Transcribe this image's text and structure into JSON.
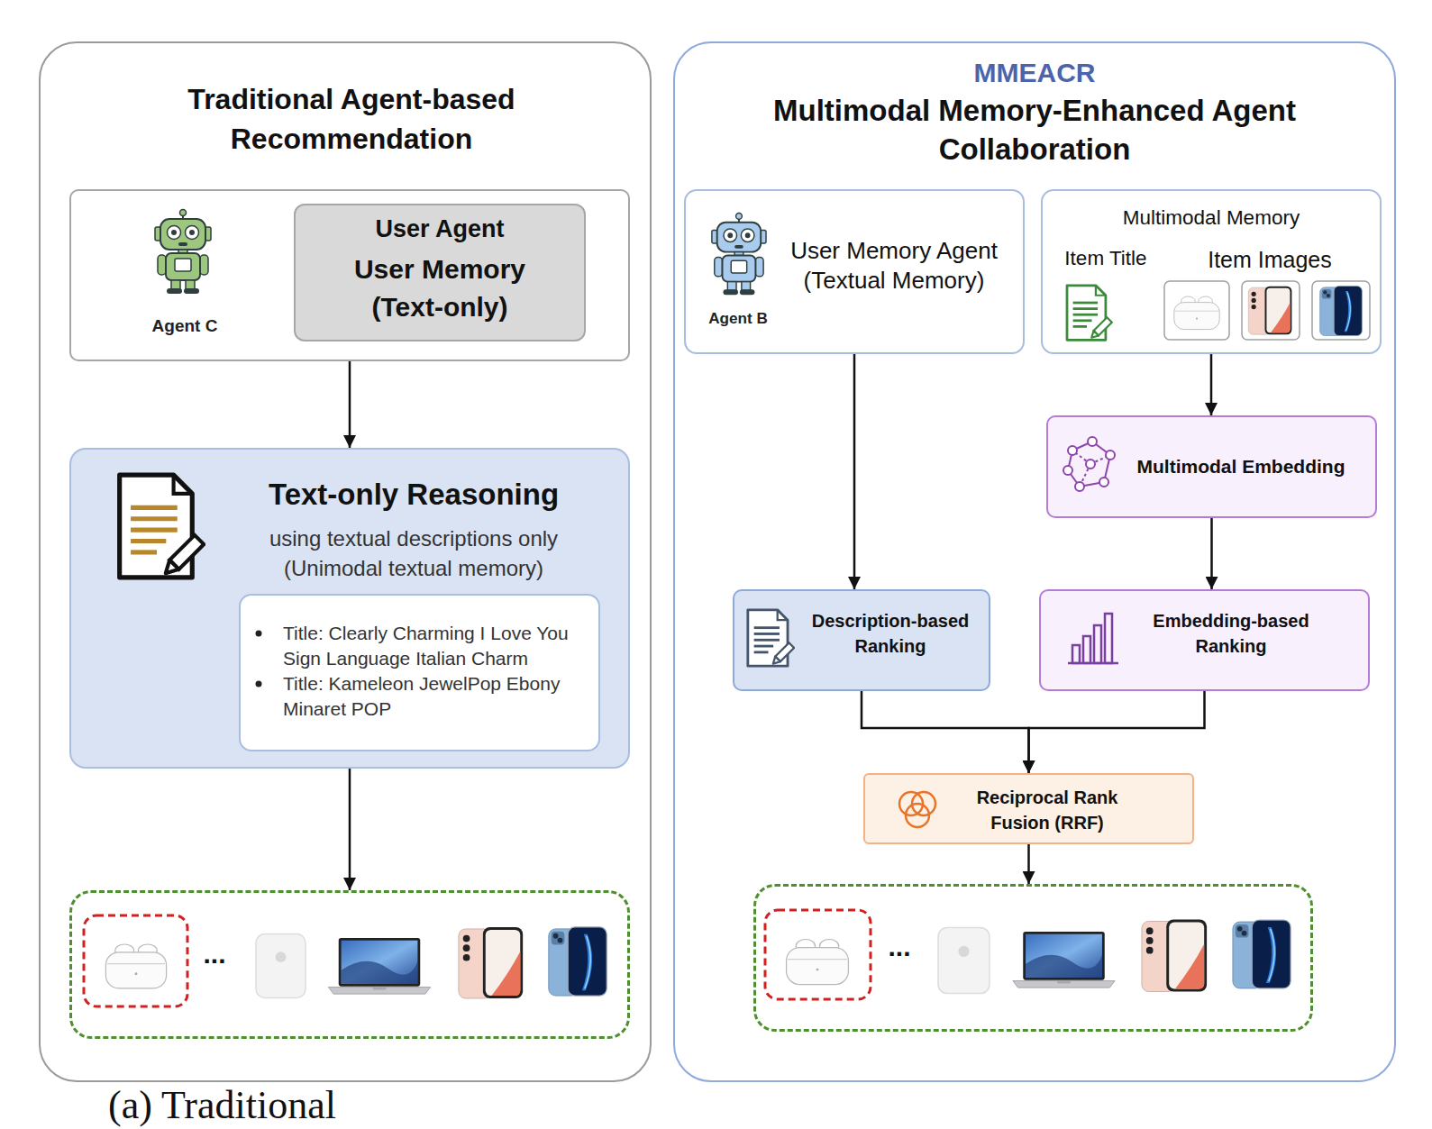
{
  "diagram": {
    "caption": "(a) Traditional",
    "nodes": [
      {
        "text": [
          "Traditional Agent-based Recommendation"
        ]
      },
      {
        "text": [
          "Agent C"
        ],
        "in": 0
      },
      {
        "text": [
          "User Agent",
          "User Memory (Text-only)"
        ],
        "in": 1
      },
      {
        "text": [
          "Text-only Reasoning",
          "using textual descriptions only (Unimodal textual memory)"
        ],
        "in": 0
      },
      {
        "text": [
          "Title: Clearly Charming I Love You Sign Language Italian Charm",
          "Title: Kameleon JewelPop Ebony Minaret POP"
        ],
        "in": 3
      },
      {
        "text": [
          "..."
        ],
        "in": 0
      },
      {
        "text": [
          "MMEACR",
          "Multimodal Memory-Enhanced Agent Collaboration"
        ]
      },
      {
        "text": [
          "User Memory Agent (Textual Memory)",
          "Agent B"
        ],
        "in": 6
      },
      {
        "text": [
          "Multimodal Memory",
          "Item Title",
          "Item Images"
        ],
        "in": 6
      },
      {
        "text": [
          "Multimodal Embedding"
        ],
        "in": 6
      },
      {
        "text": [
          "Description-based Ranking"
        ],
        "in": 6
      },
      {
        "text": [
          "Embedding-based Ranking"
        ],
        "in": 6
      },
      {
        "text": [
          "Reciprocal Rank Fusion (RRF)"
        ],
        "in": 6
      },
      {
        "text": [
          "..."
        ],
        "in": 6
      }
    ],
    "edges": [
      {
        "from": 1,
        "to": 3,
        "arrow": "to"
      },
      {
        "from": 3,
        "to": 5,
        "arrow": "to"
      },
      {
        "from": 7,
        "to": 10,
        "arrow": "to"
      },
      {
        "from": 8,
        "to": 9,
        "arrow": "to"
      },
      {
        "from": 9,
        "to": 11,
        "arrow": "to"
      },
      {
        "from": 10,
        "to": 12,
        "arrow": "to"
      },
      {
        "from": 11,
        "to": 12,
        "arrow": "to"
      },
      {
        "from": 12,
        "to": 13,
        "arrow": "to"
      }
    ]
  }
}
